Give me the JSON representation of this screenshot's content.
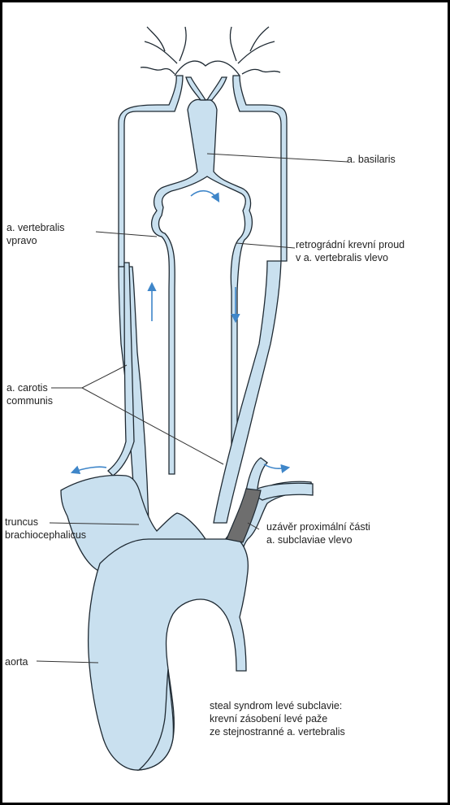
{
  "labels": {
    "basilaris": "a. basilaris",
    "vertebralis_right_1": "a. vertebralis",
    "vertebralis_right_2": "vpravo",
    "retrograde_1": "retrográdní krevní proud",
    "retrograde_2": "v a. vertebralis vlevo",
    "carotis_1": "a. carotis",
    "carotis_2": "communis",
    "truncus_1": "truncus",
    "truncus_2": "brachiocephalicus",
    "occlusion_1": "uzávěr proximální části",
    "occlusion_2": "a. subclaviae vlevo",
    "aorta": "aorta"
  },
  "caption": {
    "line1": "steal syndrom levé subclavie:",
    "line2": "krevní zásobení levé paže",
    "line3": "ze stejnostranné a. vertebralis"
  },
  "colors": {
    "vessel_fill": "#c9e0ef",
    "vessel_stroke": "#1f2a33",
    "arrow": "#3f86c9",
    "occlusion": "#6e6e6e",
    "leader": "#333333"
  }
}
